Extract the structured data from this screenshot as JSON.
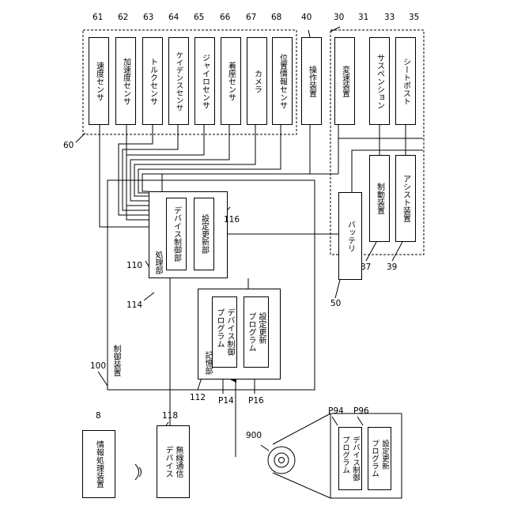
{
  "sensors": {
    "speed": {
      "num": "61",
      "label": "速度センサ"
    },
    "accel": {
      "num": "62",
      "label": "加速度センサ"
    },
    "torque": {
      "num": "63",
      "label": "トルクセンサ"
    },
    "cadence": {
      "num": "64",
      "label": "ケイデンスセンサ"
    },
    "gyro": {
      "num": "65",
      "label": "ジャイロセンサ"
    },
    "seating": {
      "num": "66",
      "label": "着座センサ"
    },
    "camera": {
      "num": "67",
      "label": "カメラ"
    },
    "position": {
      "num": "68",
      "label": "位置情報センサ"
    },
    "group_num": "60"
  },
  "operation": {
    "num": "40",
    "label": "操作装置"
  },
  "components": {
    "group_num": "30",
    "transmission": {
      "num": "31",
      "label": "変速装置"
    },
    "suspension": {
      "num": "33",
      "label": "サスペンション"
    },
    "seatpost": {
      "num": "35",
      "label": "シートポスト"
    },
    "brake": {
      "num": "37",
      "label": "制動装置"
    },
    "assist": {
      "num": "39",
      "label": "アシスト装置"
    }
  },
  "battery": {
    "num": "50",
    "label": "バッテリ"
  },
  "control": {
    "num": "100",
    "label": "制御装置",
    "processing": {
      "num": "110",
      "label": "処理部"
    },
    "device_control": {
      "num": "114",
      "label": "デバイス制御部"
    },
    "setting_update": {
      "num": "116",
      "label": "設定更新部"
    },
    "storage": {
      "num": "112",
      "label": "記憶部"
    },
    "prog_p14": {
      "num": "P14",
      "line1": "デバイス制御",
      "line2": "プログラム"
    },
    "prog_p16": {
      "num": "P16",
      "line1": "設定更新",
      "line2": "プログラム"
    }
  },
  "wireless": {
    "num": "118",
    "line1": "無線通信",
    "line2": "デバイス"
  },
  "info": {
    "num": "8",
    "label": "情報処理装置"
  },
  "medium": {
    "num": "900",
    "prog_p94": {
      "num": "P94",
      "line1": "デバイス制御",
      "line2": "プログラム"
    },
    "prog_p96": {
      "num": "P96",
      "line1": "設定更新",
      "line2": "プログラム"
    }
  }
}
